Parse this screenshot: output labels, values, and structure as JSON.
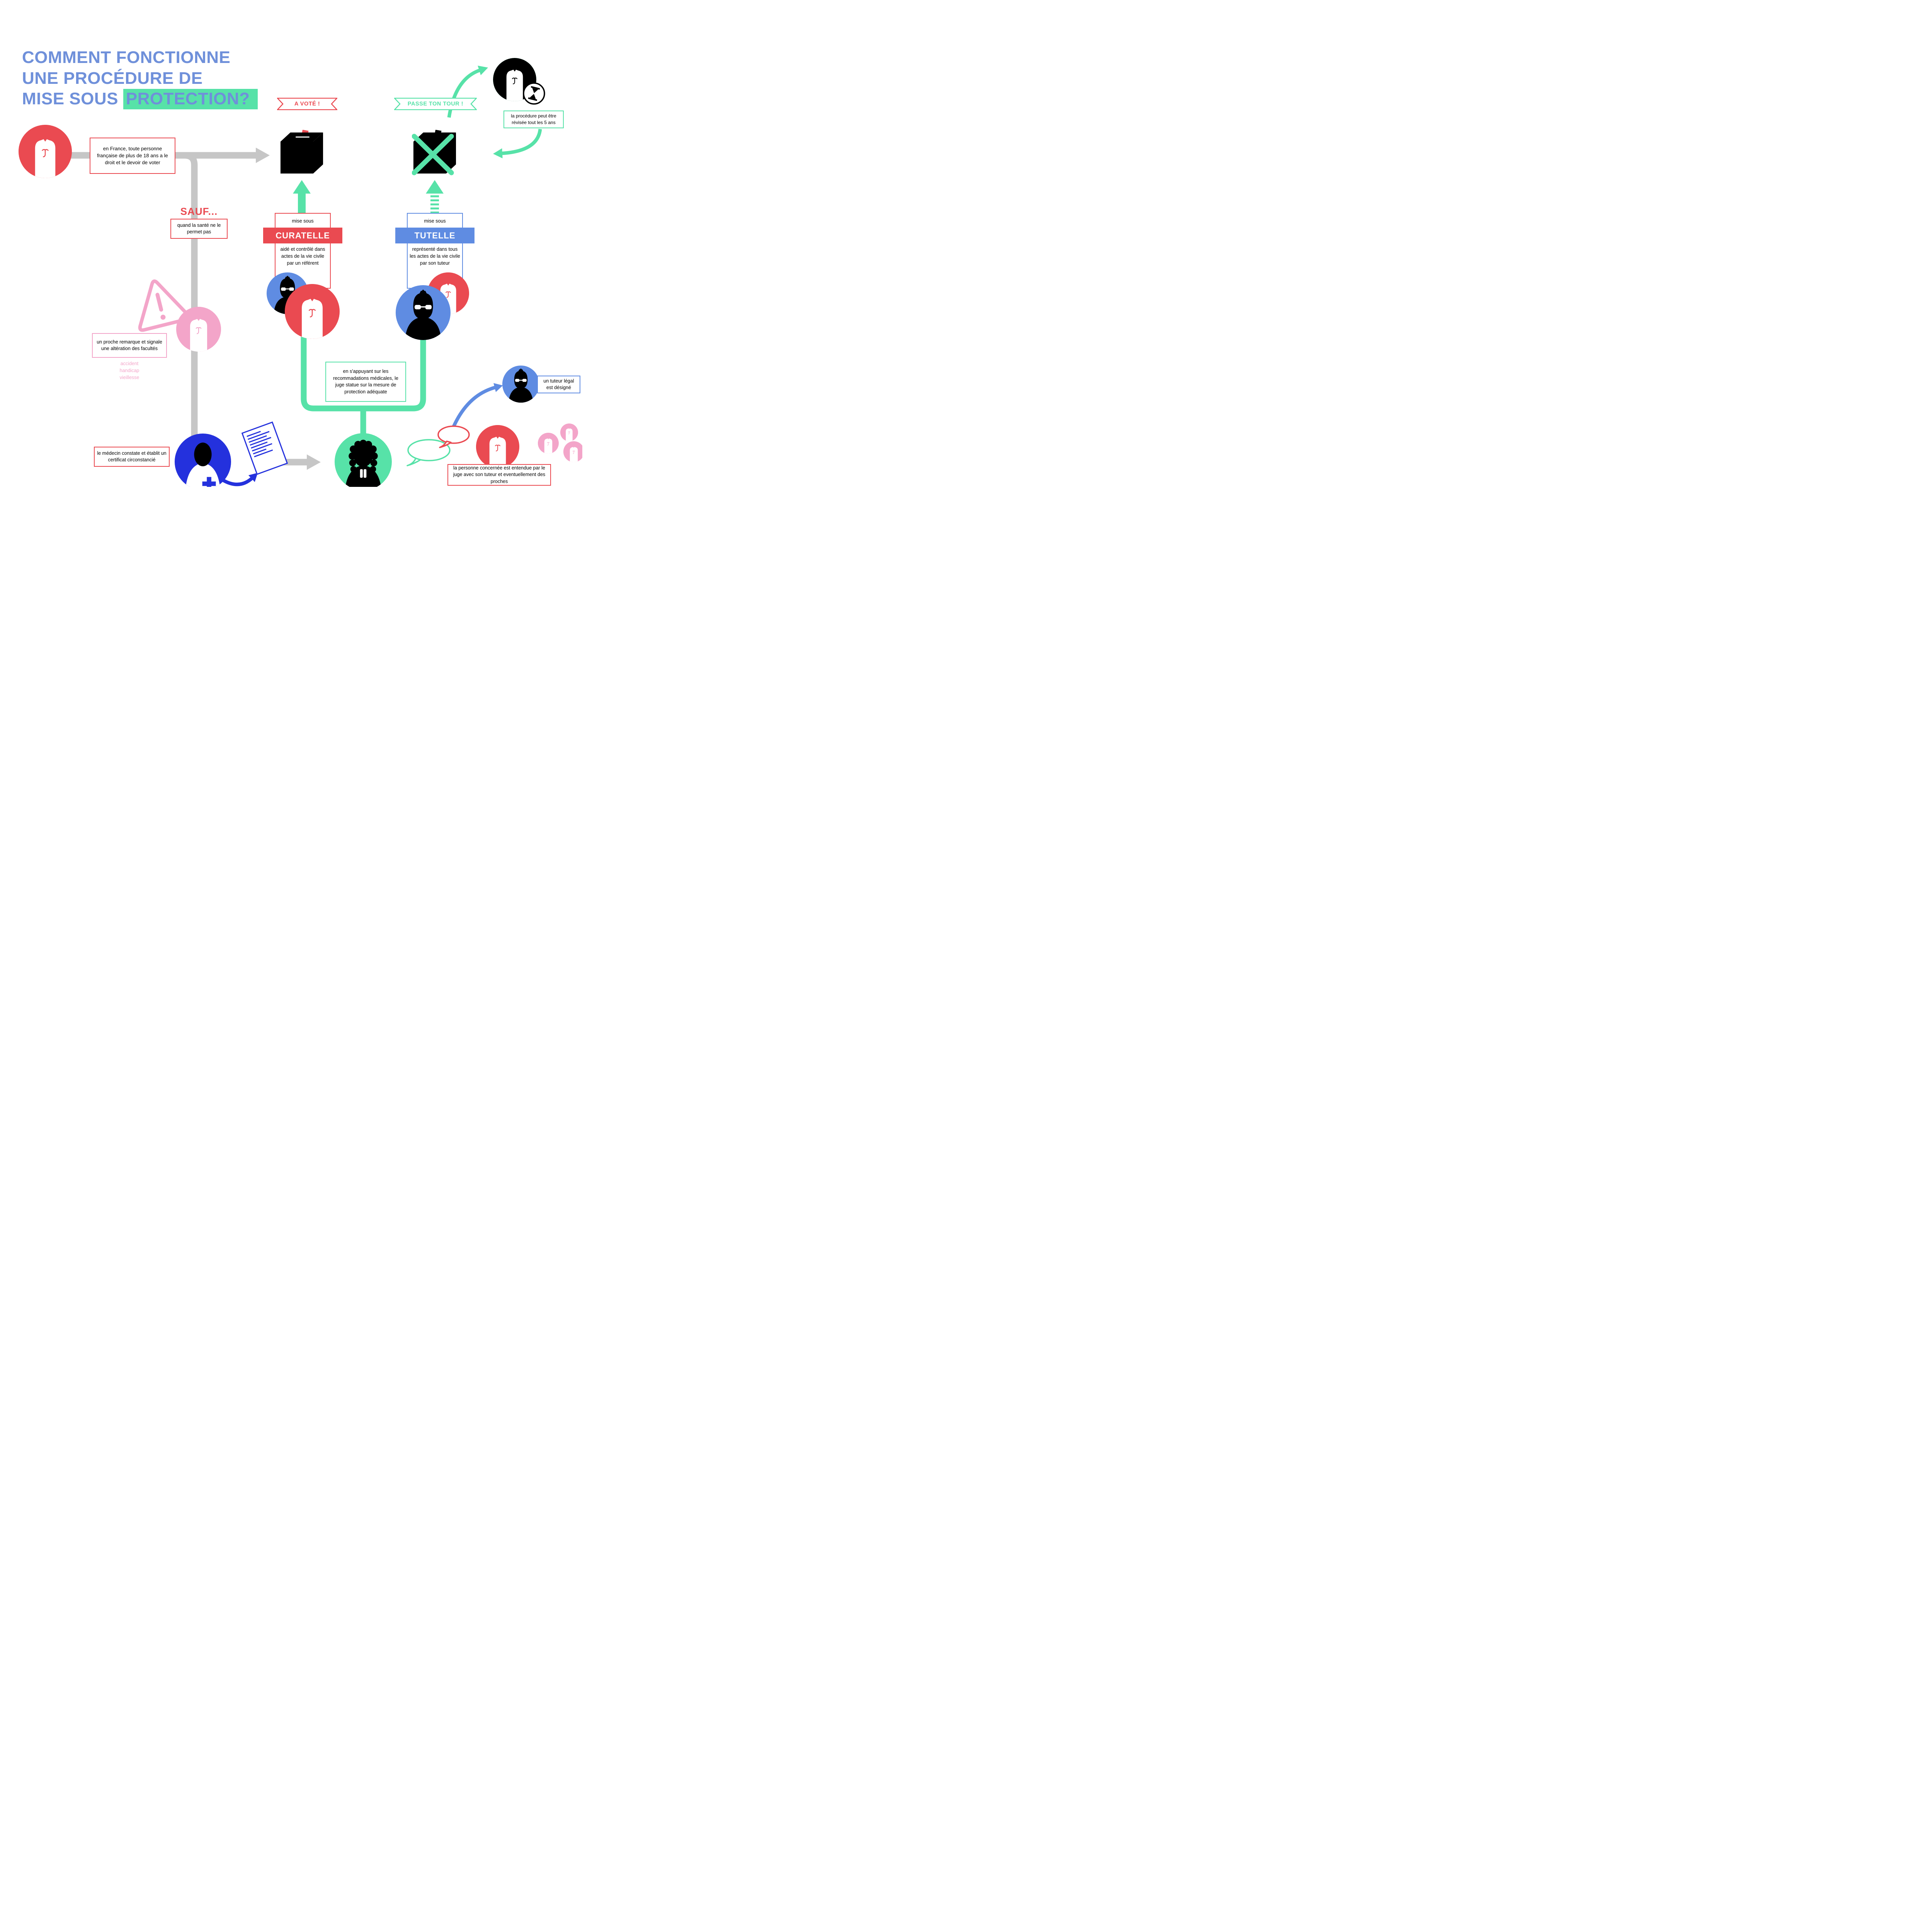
{
  "title": {
    "line1": "COMMENT FONCTIONNE",
    "line2": "UNE PROCÉDURE DE",
    "line3_plain": "MISE SOUS ",
    "line3_highlight": "PROTECTION?"
  },
  "colors": {
    "blue_title": "#6f90da",
    "teal": "#57e2a8",
    "red": "#ea4a51",
    "pink": "#f3a5c9",
    "blue": "#5f8ce2",
    "deep_blue": "#2431dd",
    "gray": "#c6c6c6",
    "black": "#000000"
  },
  "flow": {
    "vote_info": "en France, toute personne française de plus de 18 ans a le droit et le devoir de voter",
    "a_vote_banner": "A VOTÉ !",
    "passe_banner": "PASSE TON TOUR !",
    "revision_note": "la procédure peut être révisée tout les 5 ans",
    "sauf_title": "SAUF...",
    "sauf_note": "quand la santé ne le permet pas",
    "proche_note": "un proche remarque et signale une altération des facultés",
    "causes": [
      "accident",
      "handicap",
      "vieillesse"
    ],
    "curatelle": {
      "tag": "mise sous",
      "name": "CURATELLE",
      "desc": "aidé et contrôlé dans  actes de la vie civile par un référent"
    },
    "tutelle": {
      "tag": "mise sous",
      "name": "TUTELLE",
      "desc": "représenté dans tous les actes de la vie civile par son tuteur"
    },
    "judge_note": "en s'appuyant sur les recommadations médicales, le juge statue sur la mesure de protection adéquate",
    "doctor_note": "le médecin constate et établit un certificat circonstancié",
    "tutor_note": "un tuteur légal est désigné",
    "hearing_note": "la personne concernée est entendue par le juge avec son tuteur et eventuellement des proches"
  }
}
